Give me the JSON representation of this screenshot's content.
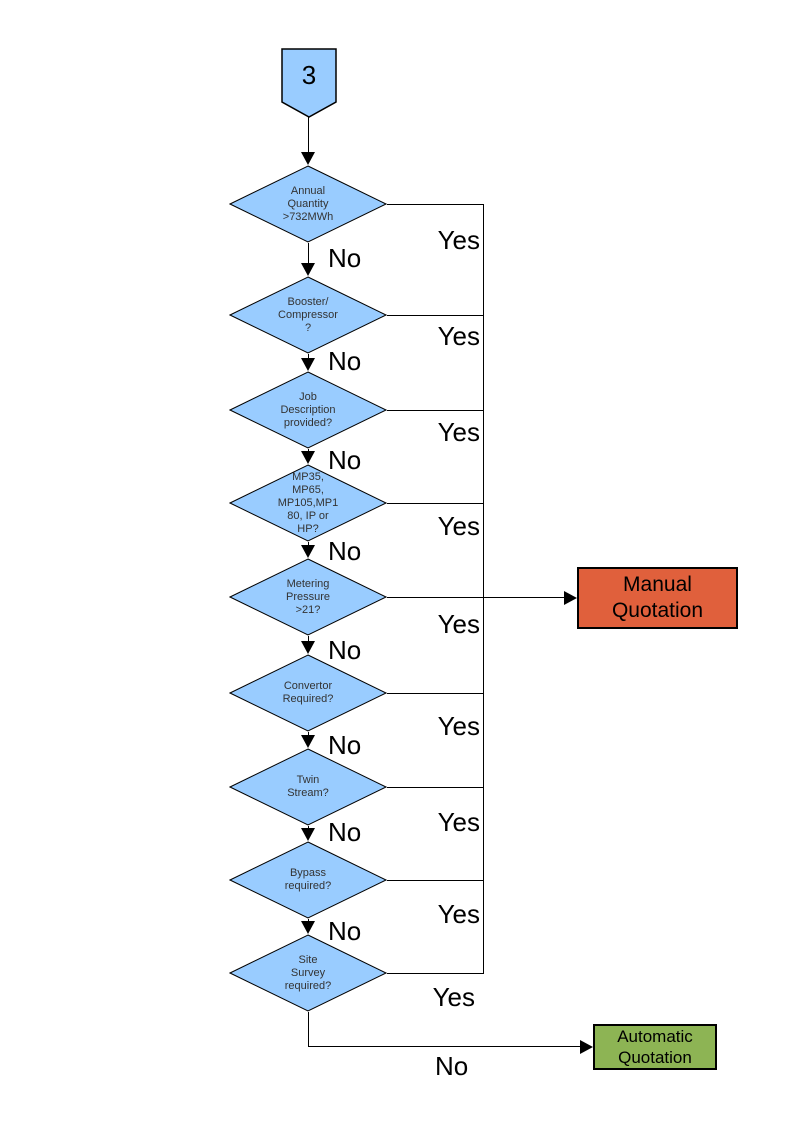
{
  "flowchart": {
    "entry_connector": {
      "label": "3"
    },
    "yes_label": "Yes",
    "no_label": "No",
    "decisions": [
      {
        "id": "annual-quantity",
        "label": "Annual\nQuantity\n>732MWh"
      },
      {
        "id": "booster-compressor",
        "label": "Booster/\nCompressor\n?"
      },
      {
        "id": "job-description",
        "label": "Job\nDescription\nprovided?"
      },
      {
        "id": "meter-type",
        "label": "MP35,\nMP65,\nMP105,MP1\n80, IP or\nHP?"
      },
      {
        "id": "metering-pressure",
        "label": "Metering\nPressure\n>21?"
      },
      {
        "id": "convertor",
        "label": "Convertor\nRequired?"
      },
      {
        "id": "twin-stream",
        "label": "Twin\nStream?"
      },
      {
        "id": "bypass",
        "label": "Bypass\nrequired?"
      },
      {
        "id": "site-survey",
        "label": "Site\nSurvey\nrequired?"
      }
    ],
    "outcomes": {
      "manual": {
        "label": "Manual\nQuotation",
        "fill": "#E0603C"
      },
      "automatic": {
        "label": "Automatic\nQuotation",
        "fill": "#8DB454"
      }
    },
    "colors": {
      "decision_fill": "#99CCFF",
      "connector_fill": "#99CCFF",
      "line": "#000000"
    }
  }
}
